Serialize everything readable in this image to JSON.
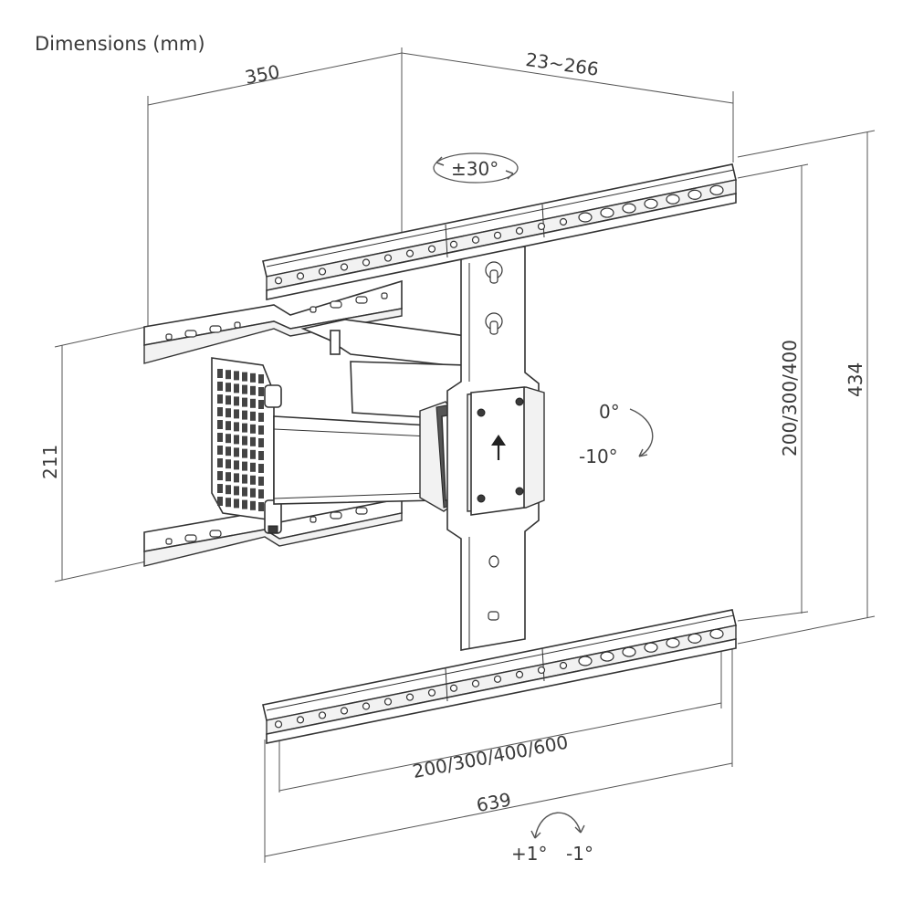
{
  "title": "Dimensions (mm)",
  "dimensions": {
    "depth": "350",
    "extension": "23~266",
    "swivel": "±30°",
    "tilt_top": "0°",
    "tilt_bottom": "-10°",
    "vertical_vesa": "200/300/400",
    "height": "434",
    "wall_plate_height": "211",
    "horizontal_vesa": "200/300/400/600",
    "width": "639",
    "level_plus": "+1°",
    "level_minus": "-1°"
  },
  "colors": {
    "line": "#333333",
    "text": "#3a3a3a",
    "fill": "#f2f2f2"
  },
  "icons": [
    "swivel-arrow-icon",
    "tilt-arrow-icon",
    "level-arrow-icon",
    "up-arrow-icon"
  ]
}
